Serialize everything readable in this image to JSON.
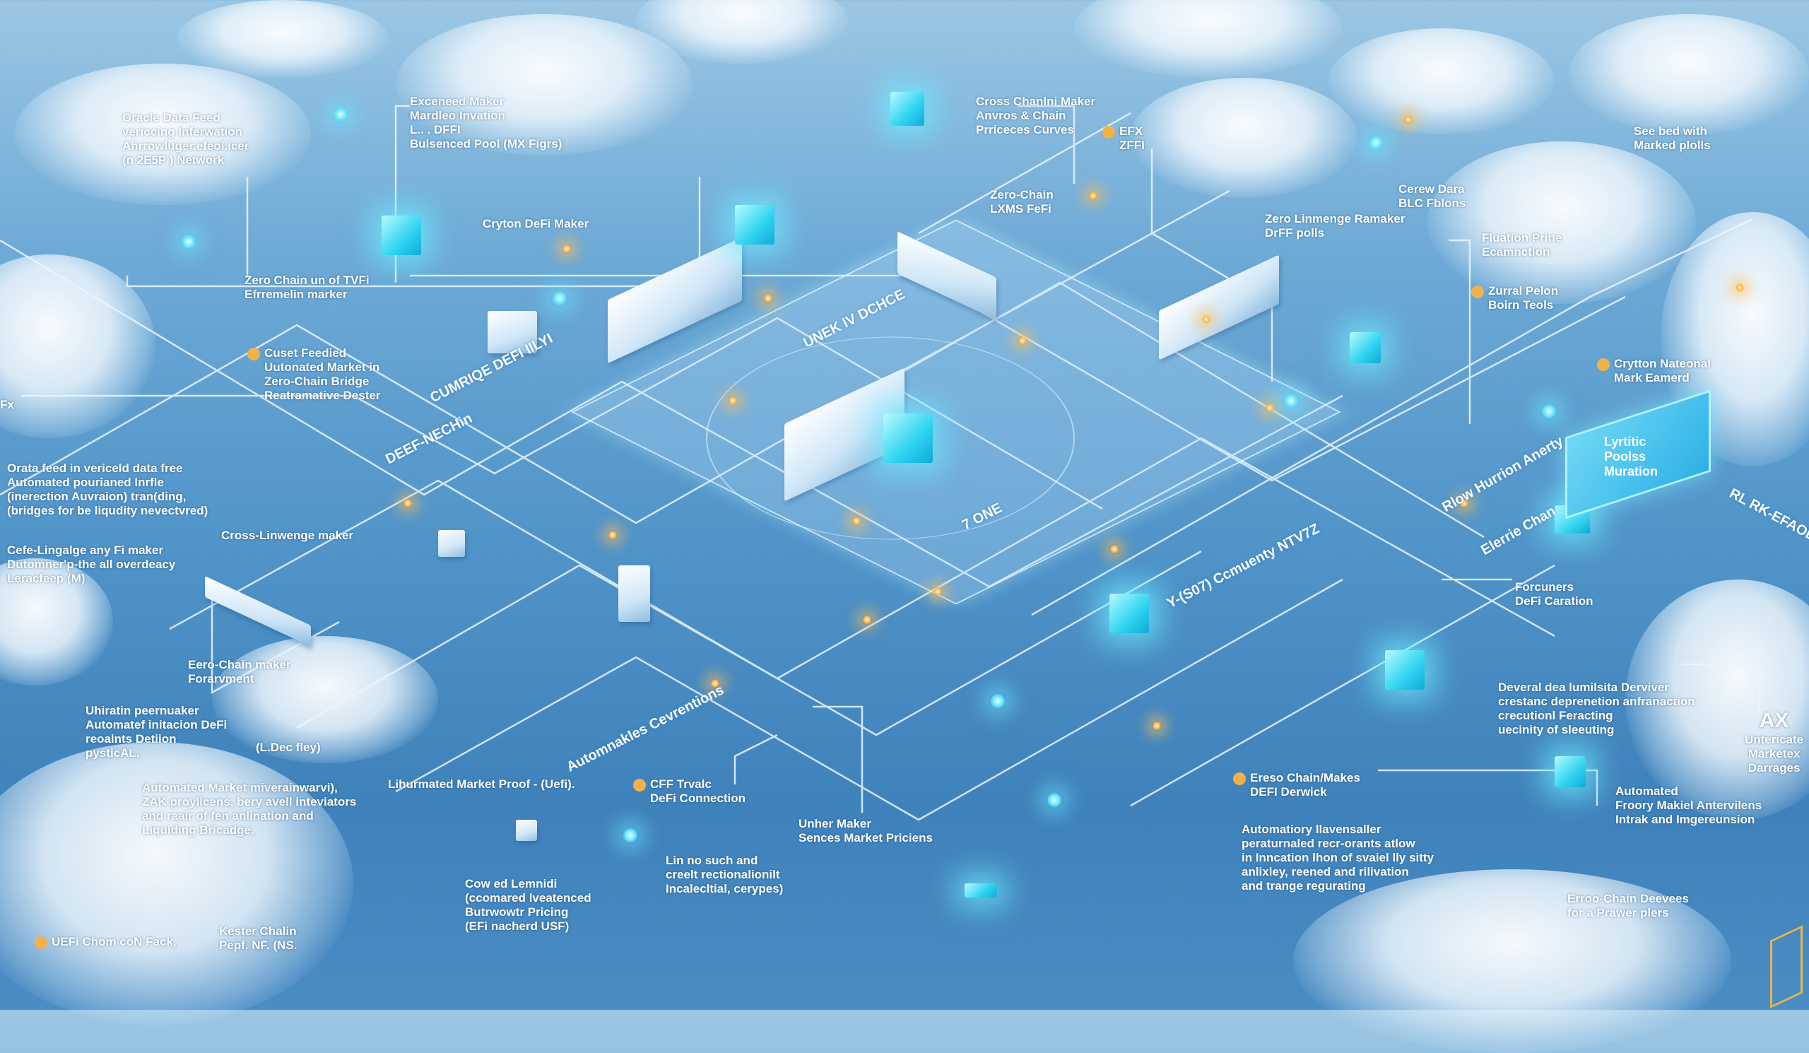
{
  "labels": [
    {
      "lines": [
        "Oracle Data Feed",
        "vericcing Inferwation",
        "Ahrrowluger.efeol.icer",
        "(n 2E5P ) Network"
      ]
    },
    {
      "lines": [
        "Exceneed Maker",
        "Mardleo Invation",
        "L.. . DFFI",
        "Bulsenced Pool (MX Figrs)"
      ]
    },
    {
      "lines": [
        "Cross Chanlni Maker",
        "Anvros & Chain",
        "Prriceces Curves"
      ]
    },
    {
      "lines": [
        "EFX",
        "ZFFI"
      ],
      "coin": true
    },
    {
      "lines": [
        "See bed with",
        "Marked plolls"
      ]
    },
    {
      "lines": [
        "Cryton DeFi Maker"
      ]
    },
    {
      "lines": [
        "Zero-Chain",
        "LXMS FeFi"
      ]
    },
    {
      "lines": [
        "Cerew Dara",
        "BLC Fblons"
      ]
    },
    {
      "lines": [
        "Zero Linmenge Ramaker",
        "DrFF polls"
      ]
    },
    {
      "lines": [
        "Fluation Prine",
        "Ecamnction"
      ]
    },
    {
      "lines": [
        "Zero Chain un of TVFi",
        "Efrremelin marker"
      ]
    },
    {
      "lines": [
        "Zurral Pelon",
        "Boirn Teols"
      ],
      "coin": true
    },
    {
      "lines": [
        "Cuset Feedied",
        "Uutonated Market in",
        "Zero-Chain Bridge",
        "Reatramative Dester"
      ],
      "coin": true
    },
    {
      "lines": [
        "Crytton Nateonal",
        "Mark Eamerd"
      ],
      "coin": true
    },
    {
      "lines": [
        "Fx"
      ]
    },
    {
      "lines": [
        "Orata feed in vericeld data free",
        "Automated pourianed Inrfle",
        "(inerection Auvraion) tran(ding,",
        "(bridges for be liqudity nevectvred)"
      ]
    },
    {
      "lines": [
        "Cross-Linwenge maker"
      ]
    },
    {
      "lines": [
        "Cefe-Lingalge any Fi maker",
        "Dutomner'p-the all overdeacy",
        "Leracfeep (M)"
      ]
    },
    {
      "lines": [
        "Forcuners",
        "DeFi Caration"
      ]
    },
    {
      "lines": [
        "Eero-Chain maker",
        "Forarvment"
      ]
    },
    {
      "lines": [
        "Deveral dea lumilsita Derviver",
        "crestanc deprenetion anfranaction",
        "crecutionl Feracting",
        "uecinity of sleeuting"
      ]
    },
    {
      "lines": [
        "AX",
        "Untericate",
        "Marketex",
        "Darrages"
      ]
    },
    {
      "lines": [
        "Uhiratin peernuaker",
        "Automatef initacion DeFi",
        "reoalnts Detiion",
        "pysticAL,"
      ]
    },
    {
      "lines": [
        "(L.Dec fley)"
      ]
    },
    {
      "lines": [
        "Automated Market miverainwarvi),",
        "ZAK proylicens, bery avell inteviators",
        "and raair of fen anlination and",
        "Liquiding Bricadge."
      ]
    },
    {
      "lines": [
        "Lihurmated Market Proof - (Uefi)."
      ]
    },
    {
      "lines": [
        "CFF Trvalc",
        "DeFi Connection"
      ],
      "coin": true
    },
    {
      "lines": [
        "Ereso Chain/Makes",
        "DEFI Derwick"
      ],
      "coin": true
    },
    {
      "lines": [
        "Automated",
        "Froory Makiel Antervilens",
        "Intrak and Imgereunsion"
      ]
    },
    {
      "lines": [
        "Unher Maker",
        "Sences Market Priciens"
      ]
    },
    {
      "lines": [
        "Automatiory llavensaller",
        "peraturnaled recr-orants atlow",
        "in Inncation lhon of svaiel lly sitty",
        "anlixley, reened and rilivation",
        "and trange regurating"
      ]
    },
    {
      "lines": [
        "Lin no such and",
        "creelt rectionalionilt",
        "Incalecltial, cerypes)"
      ]
    },
    {
      "lines": [
        "Cow ed Lemnidi",
        "(ccomared lveatenced",
        "Butrwowtr Pricing",
        "(EFi nacherd USF)"
      ]
    },
    {
      "lines": [
        "Erroo-Chain Deevees",
        "for a Prawer plers"
      ]
    },
    {
      "lines": [
        "UEFi Chom coN Fack,"
      ],
      "coin": true
    },
    {
      "lines": [
        "Kester Chalin",
        "Pepf. NF. (NS."
      ]
    }
  ],
  "platform_labels": [
    "CUMRIQE DEFI IILYI",
    "DEEF-NECHin",
    "UNEK IV DCHCE",
    "7 ONE",
    "Y-(S07) Ccmuenty NTV7Z",
    "Automnakles Cevrentions",
    "Rlow Hurrion Anerty",
    "Elerrie Chan",
    "RL RK-EFAOLY"
  ],
  "lyrtitic_box": {
    "lines": [
      "Lyrtitic",
      "Poolss",
      "Muration"
    ]
  },
  "colors": {
    "sky_top": "#9cc7e4",
    "sky_bottom": "#3f82bb",
    "accent_cyan": "#2fd3f0",
    "spark_orange": "#ffb347",
    "line_white": "#eaf6ff"
  }
}
